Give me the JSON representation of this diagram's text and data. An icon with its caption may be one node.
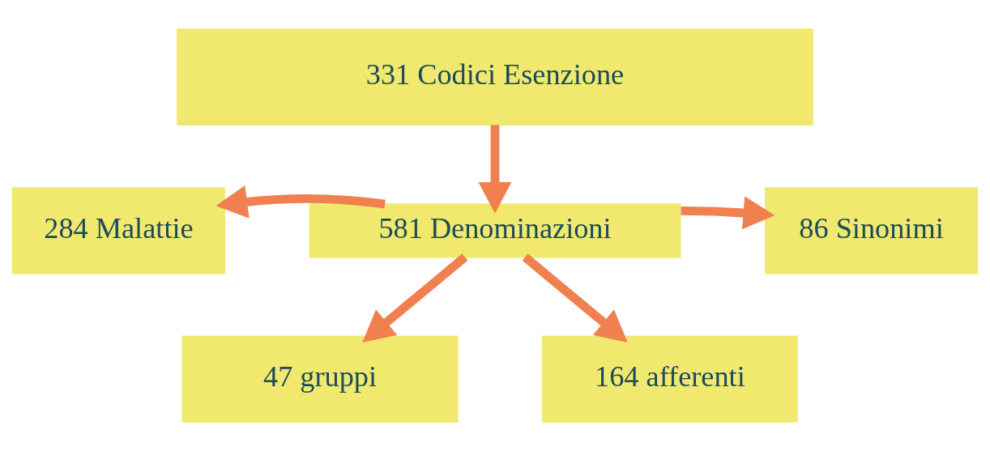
{
  "diagram": {
    "nodes": [
      {
        "text": [
          "331 Codici Esenzione"
        ]
      },
      {
        "text": [
          "284 Malattie"
        ]
      },
      {
        "text": [
          "581 Denominazioni"
        ]
      },
      {
        "text": [
          "86 Sinonimi"
        ]
      },
      {
        "text": [
          "47 gruppi"
        ]
      },
      {
        "text": [
          "164 afferenti"
        ]
      }
    ],
    "edges": [
      {
        "from": 0,
        "to": 2,
        "arrow": "to"
      },
      {
        "from": 2,
        "to": 1,
        "arrow": "to"
      },
      {
        "from": 2,
        "to": 3,
        "arrow": "to"
      },
      {
        "from": 2,
        "to": 4,
        "arrow": "to"
      },
      {
        "from": 2,
        "to": 5,
        "arrow": "to"
      }
    ]
  }
}
